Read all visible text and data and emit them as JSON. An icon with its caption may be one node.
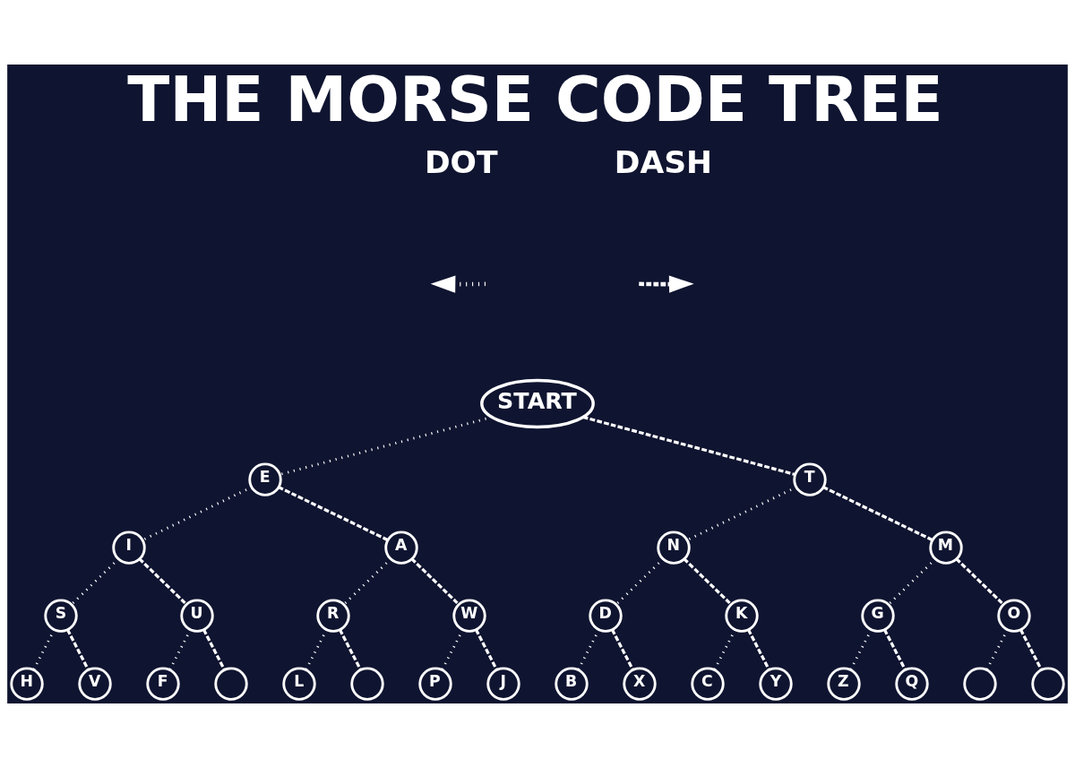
{
  "diagram": {
    "title": "THE MORSE CODE TREE",
    "nodes": [
      {
        "text": [
          "START"
        ]
      },
      {
        "text": [
          "E"
        ]
      },
      {
        "text": [
          "T"
        ]
      },
      {
        "text": [
          "I"
        ]
      },
      {
        "text": [
          "A"
        ]
      },
      {
        "text": [
          "N"
        ]
      },
      {
        "text": [
          "M"
        ]
      },
      {
        "text": [
          "S"
        ]
      },
      {
        "text": [
          "U"
        ]
      },
      {
        "text": [
          "R"
        ]
      },
      {
        "text": [
          "W"
        ]
      },
      {
        "text": [
          "D"
        ]
      },
      {
        "text": [
          "K"
        ]
      },
      {
        "text": [
          "G"
        ]
      },
      {
        "text": [
          "O"
        ]
      },
      {
        "text": [
          "H"
        ]
      },
      {
        "text": [
          "V"
        ]
      },
      {
        "text": [
          "F"
        ]
      },
      {
        "text": [],
        "shape": "circle"
      },
      {
        "text": [
          "L"
        ]
      },
      {
        "text": [],
        "shape": "circle"
      },
      {
        "text": [
          "P"
        ]
      },
      {
        "text": [
          "J"
        ]
      },
      {
        "text": [
          "B"
        ]
      },
      {
        "text": [
          "X"
        ]
      },
      {
        "text": [
          "C"
        ]
      },
      {
        "text": [
          "Y"
        ]
      },
      {
        "text": [
          "Z"
        ]
      },
      {
        "text": [
          "Q"
        ]
      },
      {
        "text": [],
        "shape": "circle"
      },
      {
        "text": [],
        "shape": "circle"
      }
    ],
    "edges": [
      {
        "from": 0,
        "to": 1,
        "arrow": "none"
      },
      {
        "from": 0,
        "to": 2,
        "arrow": "none",
        "style": "dashed"
      },
      {
        "from": 1,
        "to": 3,
        "arrow": "none"
      },
      {
        "from": 1,
        "to": 4,
        "arrow": "none",
        "style": "dashed"
      },
      {
        "from": 2,
        "to": 5,
        "arrow": "none"
      },
      {
        "from": 2,
        "to": 6,
        "arrow": "none",
        "style": "dashed"
      },
      {
        "from": 3,
        "to": 7,
        "arrow": "none"
      },
      {
        "from": 3,
        "to": 8,
        "arrow": "none",
        "style": "dashed"
      },
      {
        "from": 4,
        "to": 9,
        "arrow": "none"
      },
      {
        "from": 4,
        "to": 10,
        "arrow": "none",
        "style": "dashed"
      },
      {
        "from": 5,
        "to": 11,
        "arrow": "none"
      },
      {
        "from": 5,
        "to": 12,
        "arrow": "none",
        "style": "dashed"
      },
      {
        "from": 6,
        "to": 13,
        "arrow": "none"
      },
      {
        "from": 6,
        "to": 14,
        "arrow": "none",
        "style": "dashed"
      },
      {
        "from": 7,
        "to": 15,
        "arrow": "none"
      },
      {
        "from": 7,
        "to": 16,
        "arrow": "none",
        "style": "dashed"
      },
      {
        "from": 8,
        "to": 17,
        "arrow": "none"
      },
      {
        "from": 8,
        "to": 18,
        "arrow": "none",
        "style": "dashed"
      },
      {
        "from": 9,
        "to": 19,
        "arrow": "none"
      },
      {
        "from": 9,
        "to": 20,
        "arrow": "none",
        "style": "dashed"
      },
      {
        "from": 10,
        "to": 21,
        "arrow": "none"
      },
      {
        "from": 10,
        "to": 22,
        "arrow": "none",
        "style": "dashed"
      },
      {
        "from": 11,
        "to": 23,
        "arrow": "none"
      },
      {
        "from": 11,
        "to": 24,
        "arrow": "none",
        "style": "dashed"
      },
      {
        "from": 12,
        "to": 25,
        "arrow": "none"
      },
      {
        "from": 12,
        "to": 26,
        "arrow": "none",
        "style": "dashed"
      },
      {
        "from": 13,
        "to": 27,
        "arrow": "none"
      },
      {
        "from": 13,
        "to": 28,
        "arrow": "none",
        "style": "dashed"
      },
      {
        "from": 14,
        "to": 29,
        "arrow": "none"
      },
      {
        "from": 14,
        "to": 30,
        "arrow": "none",
        "style": "dashed"
      }
    ],
    "legend": [
      {
        "text": "DOT"
      },
      {
        "text": "DASH"
      }
    ]
  }
}
